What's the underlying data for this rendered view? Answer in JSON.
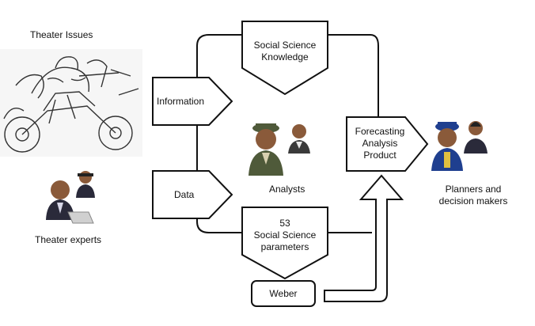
{
  "labels": {
    "theater_issues": "Theater Issues",
    "theater_experts": "Theater experts",
    "information": "Information",
    "data": "Data",
    "social_science_knowledge_line1": "Social Science",
    "social_science_knowledge_line2": "Knowledge",
    "analysts": "Analysts",
    "parameters_count": "53",
    "parameters_line1": "Social Science",
    "parameters_line2": "parameters",
    "forecasting_line1": "Forecasting",
    "forecasting_line2": "Analysis",
    "forecasting_line3": "Product",
    "planners_line1": "Planners and",
    "planners_line2": "decision makers",
    "weber": "Weber"
  },
  "colors": {
    "line": "#111111",
    "skin": "#8a5a3a",
    "uniform_green": "#4f5a3a",
    "uniform_blue": "#1f3f8f",
    "suit": "#2a2a3a"
  },
  "icons": [
    "motorcycle-sketch",
    "analysts-figures",
    "experts-figures",
    "planners-figures"
  ]
}
